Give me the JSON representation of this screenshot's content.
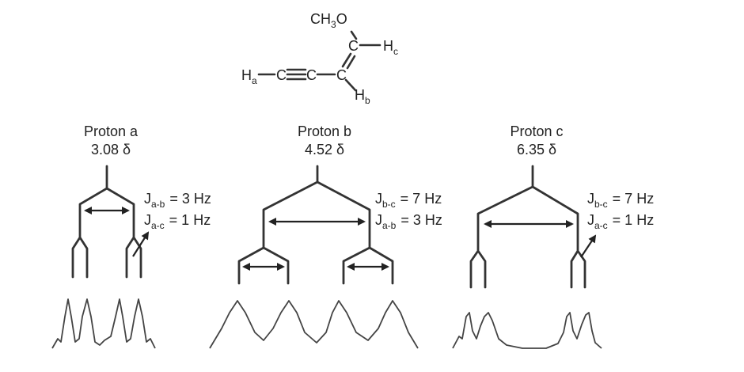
{
  "structure": {
    "methoxy": {
      "main": "CH",
      "sub": "3",
      "tail": "O"
    },
    "atoms": {
      "c1": "C",
      "c2": "C",
      "c3": "C",
      "c4": "C"
    },
    "ha": {
      "main": "H",
      "sub": "a"
    },
    "hb": {
      "main": "H",
      "sub": "b"
    },
    "hc": {
      "main": "H",
      "sub": "c"
    }
  },
  "panels": [
    {
      "name": "Proton a",
      "shift": "3.08 δ",
      "couplings": [
        {
          "j": "J",
          "sub": "a-b",
          "value": "= 3 Hz"
        },
        {
          "j": "J",
          "sub": "a-c",
          "value": "= 1 Hz"
        }
      ]
    },
    {
      "name": "Proton b",
      "shift": "4.52 δ",
      "couplings": [
        {
          "j": "J",
          "sub": "b-c",
          "value": "= 7 Hz"
        },
        {
          "j": "J",
          "sub": "a-b",
          "value": "= 3 Hz"
        }
      ]
    },
    {
      "name": "Proton c",
      "shift": "6.35 δ",
      "couplings": [
        {
          "j": "J",
          "sub": "b-c",
          "value": "= 7 Hz"
        },
        {
          "j": "J",
          "sub": "a-c",
          "value": "= 1 Hz"
        }
      ]
    }
  ]
}
